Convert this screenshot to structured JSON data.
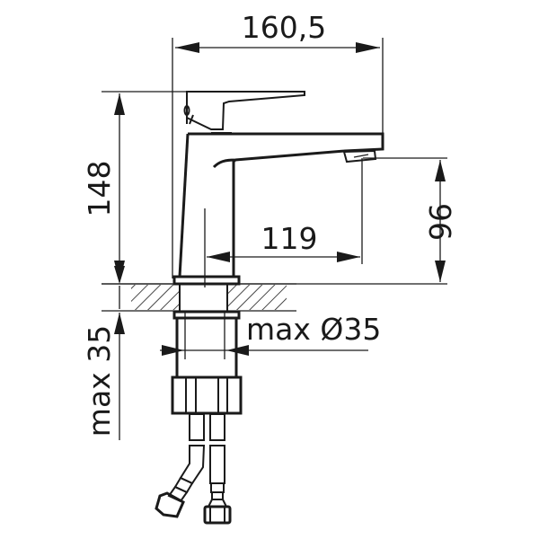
{
  "drawing": {
    "title": "Basin mixer tap dimension drawing",
    "line_color": "#1a1a1a",
    "background": "#ffffff",
    "dimensions": {
      "overall_length": "160,5",
      "total_height": "148",
      "spout_reach": "119",
      "spout_height": "96",
      "hole_diameter": "max Ø35",
      "max_deck_thickness": "max 35"
    },
    "components": [
      "lever-handle",
      "tap-body",
      "spout",
      "aerator",
      "countertop-section",
      "mounting-shank",
      "fixing-nut",
      "braided-hoses",
      "hose-connectors"
    ]
  }
}
